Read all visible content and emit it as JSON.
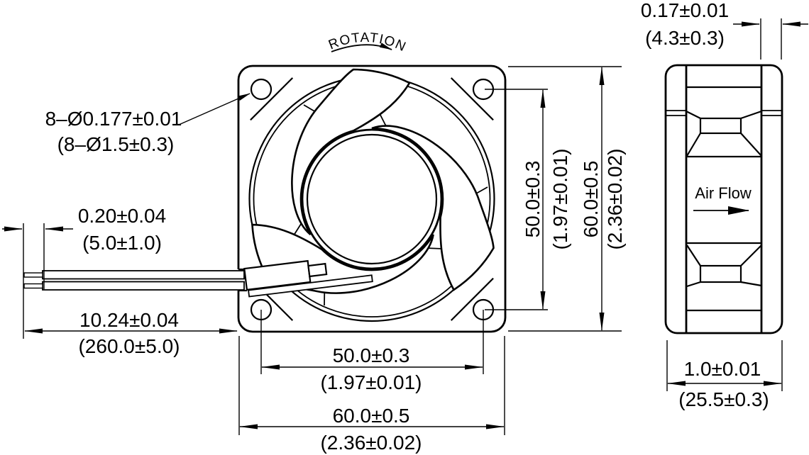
{
  "colors": {
    "background": "#ffffff",
    "line": "#000000"
  },
  "front_view": {
    "rotation_label": "ROTATION",
    "hole_callout": {
      "line1": "8–Ø0.177±0.01",
      "line2": "(8–Ø1.5±0.3)"
    }
  },
  "side_view": {
    "air_flow_label": "Air Flow"
  },
  "dimensions": {
    "lead_strip": {
      "primary": "0.20±0.04",
      "secondary": "(5.0±1.0)"
    },
    "lead_length": {
      "primary": "10.24±0.04",
      "secondary": "(260.0±5.0)"
    },
    "hole_spacing_horizontal": {
      "primary": "50.0±0.3",
      "secondary": "(1.97±0.01)"
    },
    "frame_width": {
      "primary": "60.0±0.5",
      "secondary": "(2.36±0.02)"
    },
    "hole_spacing_vertical": {
      "primary": "50.0±0.3",
      "secondary": "(1.97±0.01)"
    },
    "frame_height": {
      "primary": "60.0±0.5",
      "secondary": "(2.36±0.02)"
    },
    "flange_thickness": {
      "primary": "0.17±0.01",
      "secondary": "(4.3±0.3)"
    },
    "frame_depth": {
      "primary": "1.0±0.01",
      "secondary": "(25.5±0.3)"
    }
  }
}
